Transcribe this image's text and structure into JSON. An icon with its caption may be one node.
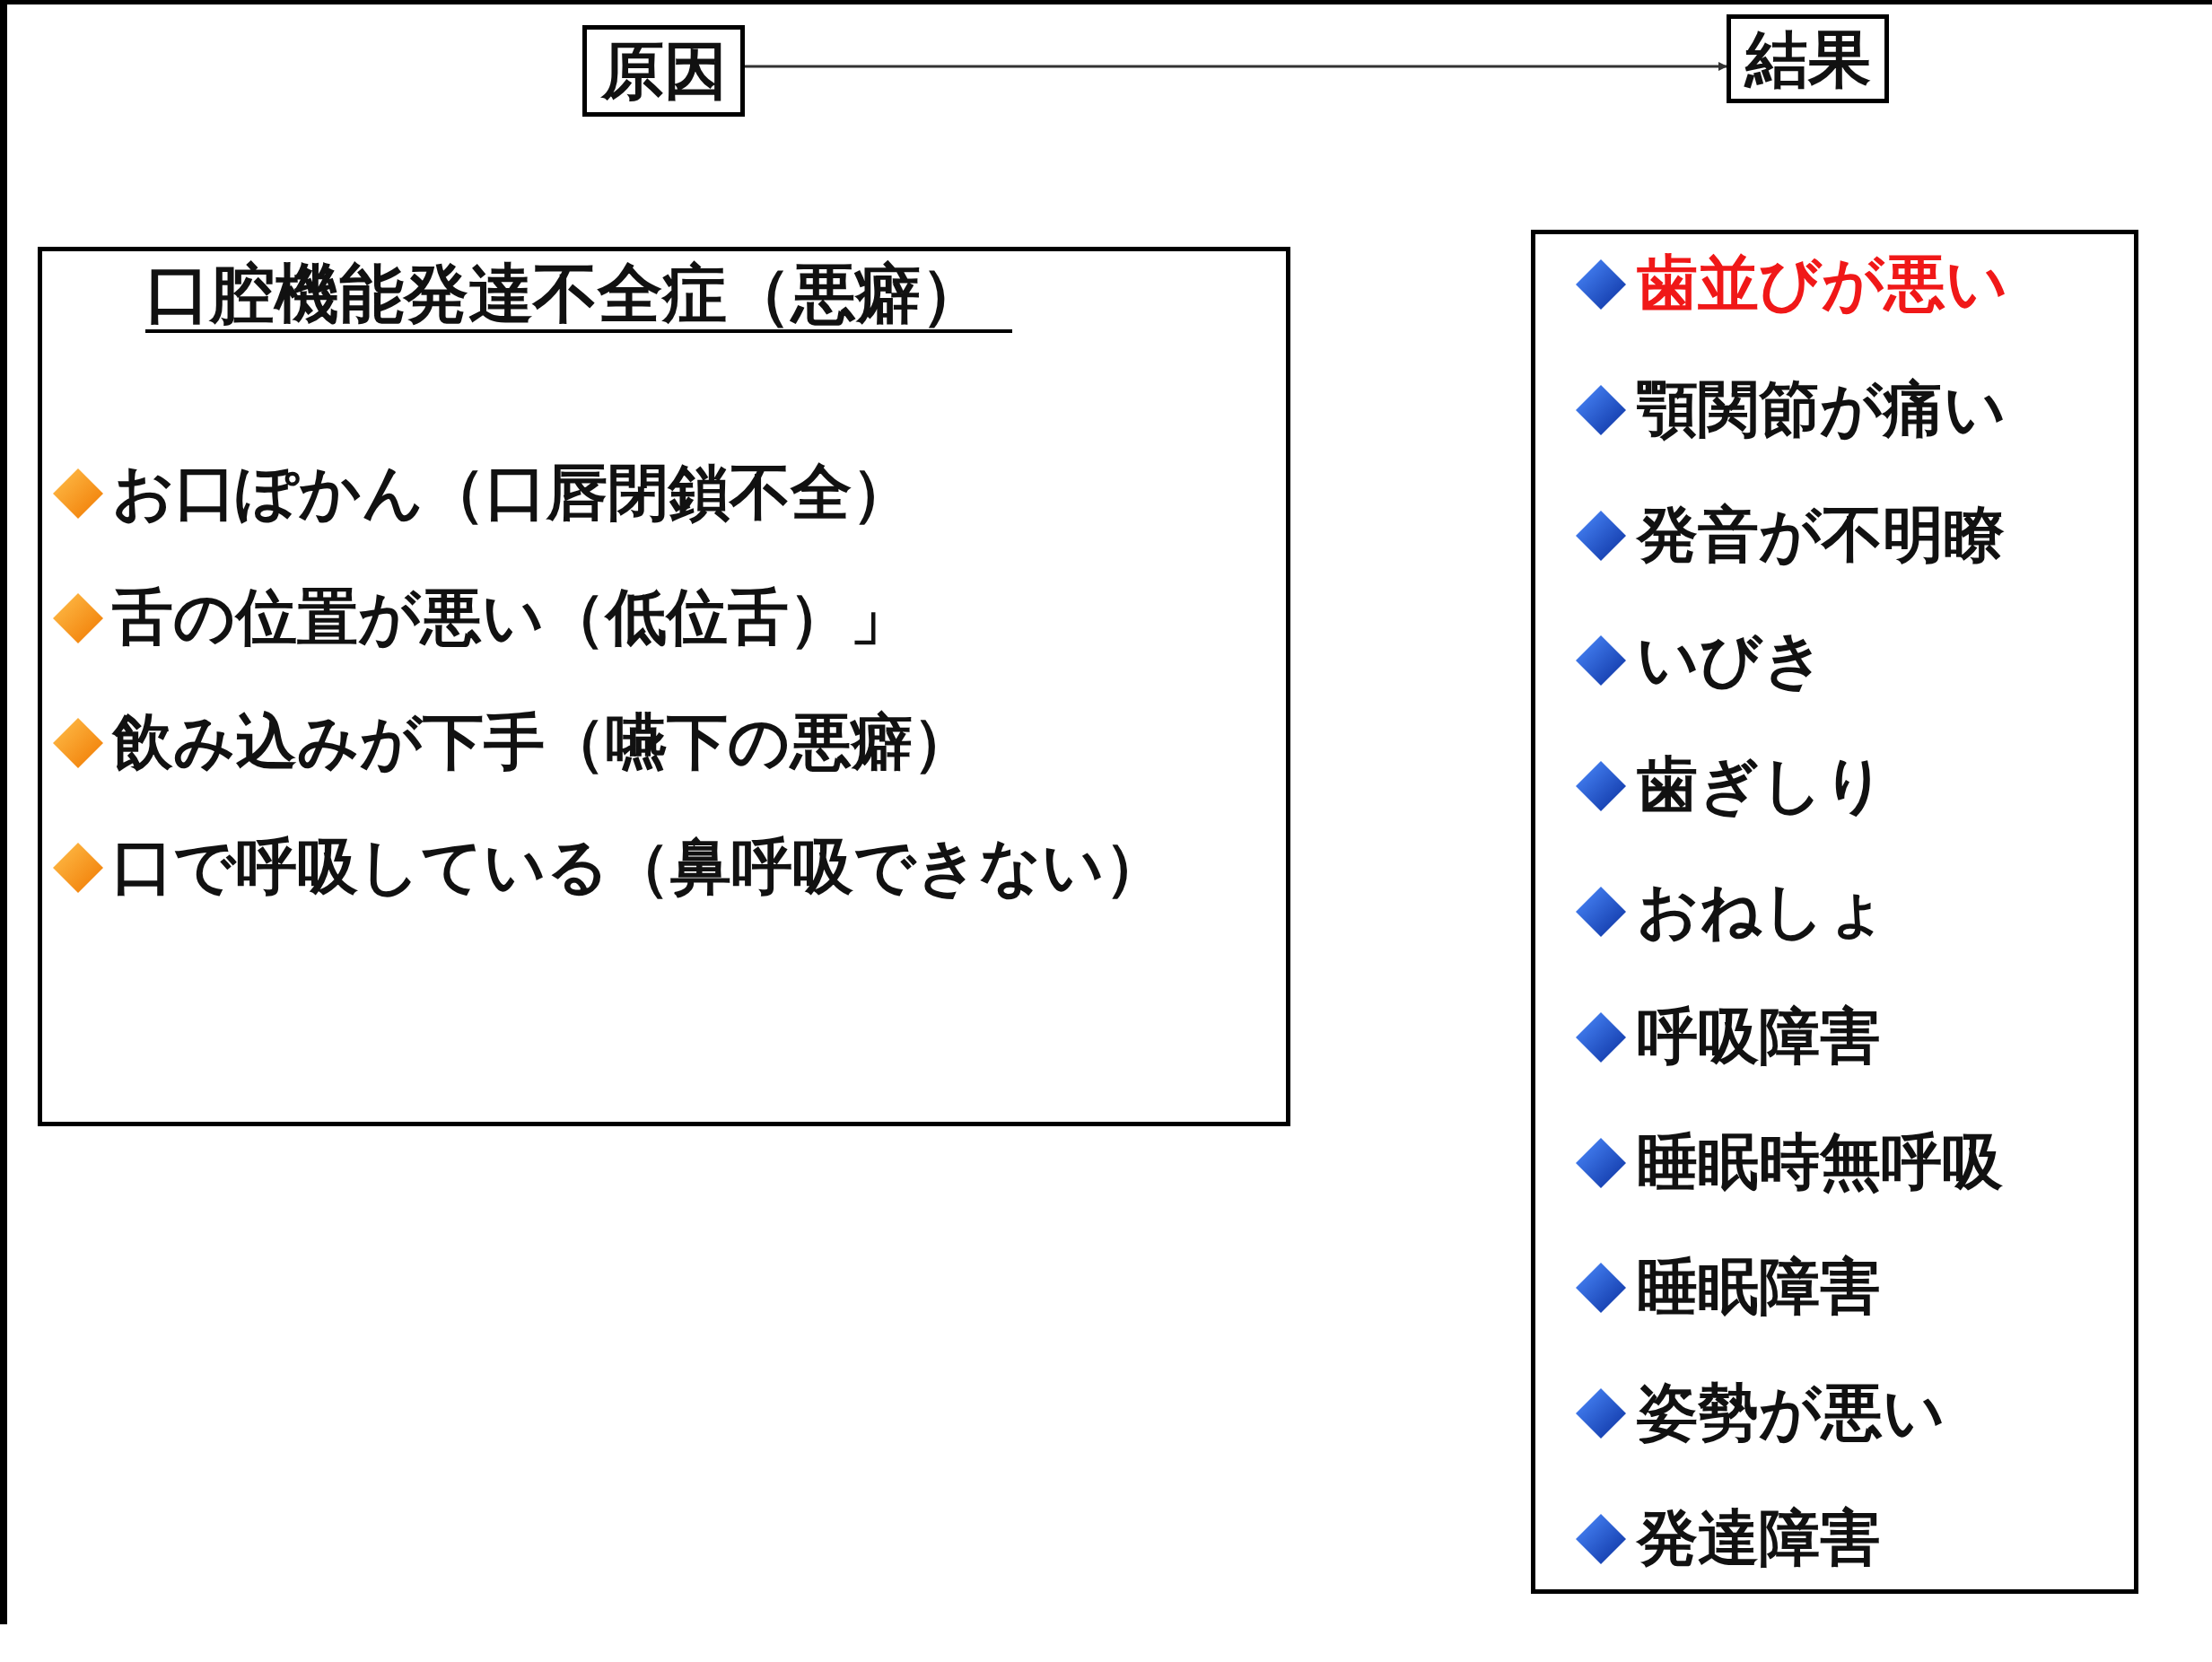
{
  "diagram": {
    "nodes": [
      {
        "text": [
          "原因"
        ]
      },
      {
        "text": [
          "結果"
        ]
      },
      {
        "text": [
          "口腔機能発達不全症（悪癖）",
          "お口ぽかん（口唇閉鎖不全）",
          "舌の位置が悪い（低位舌）」",
          "飲み込みが下手（嚥下の悪癖）",
          "口で呼吸している（鼻呼吸できない）"
        ]
      },
      {
        "text": [
          "歯並びが悪い",
          "顎関節が痛い",
          "発音が不明瞭",
          "いびき",
          "歯ぎしり",
          "おねしょ",
          "呼吸障害",
          "睡眠時無呼吸",
          "睡眠障害",
          "姿勢が悪い",
          "発達障害"
        ]
      }
    ],
    "edges": [
      {
        "from": 0,
        "to": 1,
        "arrow": "to"
      }
    ]
  }
}
